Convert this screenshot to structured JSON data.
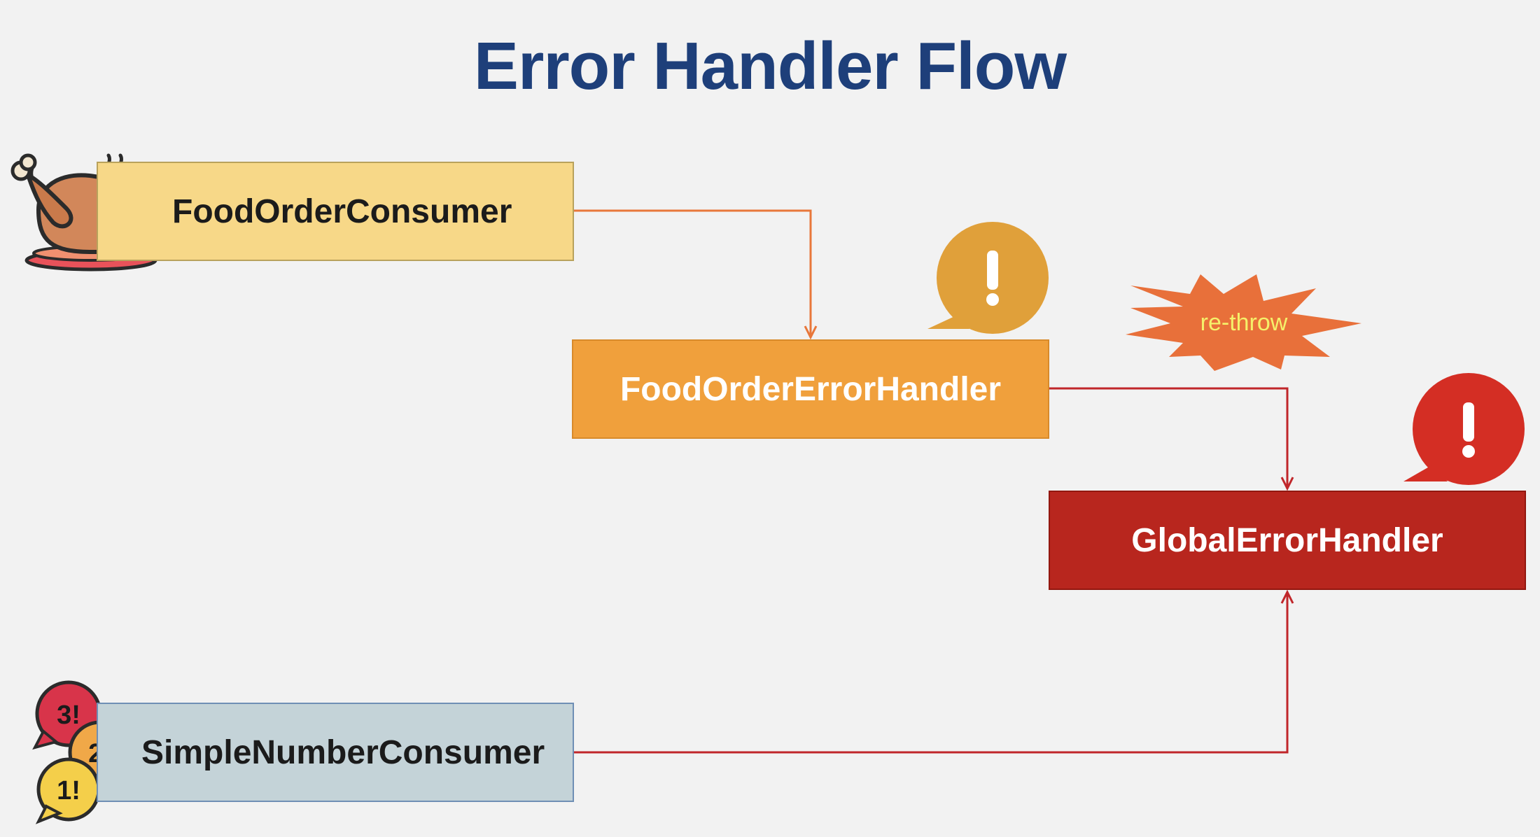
{
  "title": "Error Handler Flow",
  "nodes": {
    "food_order_consumer": "FoodOrderConsumer",
    "food_order_error_handler": "FoodOrderErrorHandler",
    "global_error_handler": "GlobalErrorHandler",
    "simple_number_consumer": "SimpleNumberConsumer"
  },
  "edge_labels": {
    "rethrow": "re-throw"
  },
  "icons": {
    "food_consumer": "roast-chicken-icon",
    "food_handler_alert": "exclamation-speech-bubble-icon",
    "global_handler_alert": "exclamation-speech-bubble-icon",
    "number_consumer": "numbered-speech-bubbles-icon",
    "number_bubbles": [
      "3!",
      "2!",
      "1!"
    ]
  },
  "colors": {
    "title": "#1e3f7a",
    "food_consumer_box": "#f7d888",
    "food_handler_box": "#f0a03c",
    "global_handler_box": "#b8261e",
    "number_consumer_box": "#c4d3d8",
    "orange_arrow": "#e8773a",
    "red_arrow": "#c0262a"
  }
}
